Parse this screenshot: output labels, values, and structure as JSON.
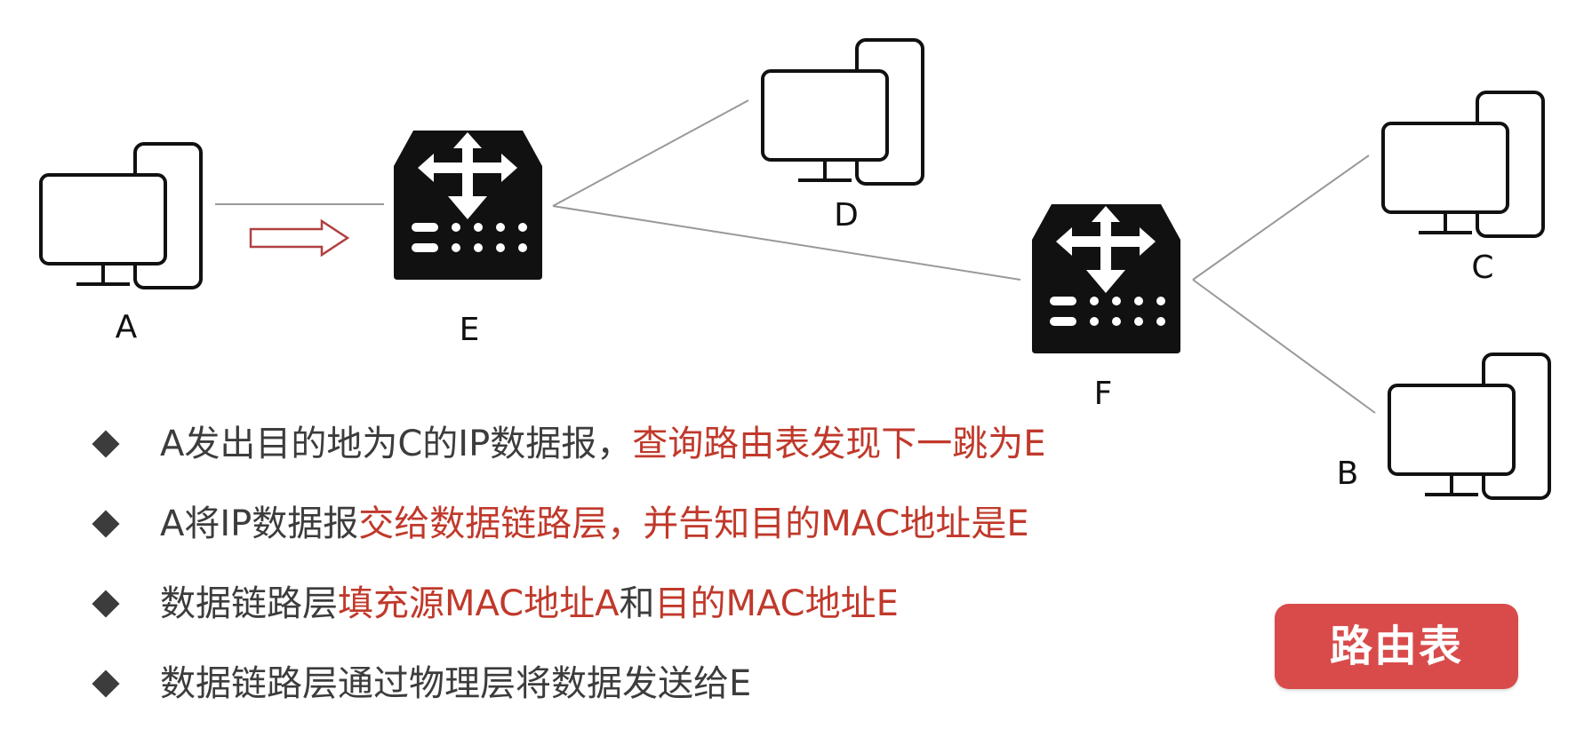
{
  "nodes": {
    "A": "A",
    "B": "B",
    "C": "C",
    "D": "D",
    "E": "E",
    "F": "F"
  },
  "bullets": [
    {
      "parts": [
        {
          "text": "A发出目的地为C的IP数据报，",
          "hl": false
        },
        {
          "text": "查询路由表发现下一跳为E",
          "hl": true
        }
      ]
    },
    {
      "parts": [
        {
          "text": "A将IP数据报",
          "hl": false
        },
        {
          "text": "交给数据链路层，并告知目的MAC地址是E",
          "hl": true
        }
      ]
    },
    {
      "parts": [
        {
          "text": "数据链路层",
          "hl": false
        },
        {
          "text": "填充源MAC地址A",
          "hl": true
        },
        {
          "text": "和",
          "hl": false
        },
        {
          "text": "目的MAC地址E",
          "hl": true
        }
      ]
    },
    {
      "parts": [
        {
          "text": "数据链路层通过物理层将数据发送给E",
          "hl": false
        }
      ]
    }
  ],
  "route_button_label": "路由表",
  "colors": {
    "highlight": "#c0392b",
    "text": "#3c3c3c",
    "button_bg": "#d94b4b",
    "arrow": "#b04040"
  }
}
